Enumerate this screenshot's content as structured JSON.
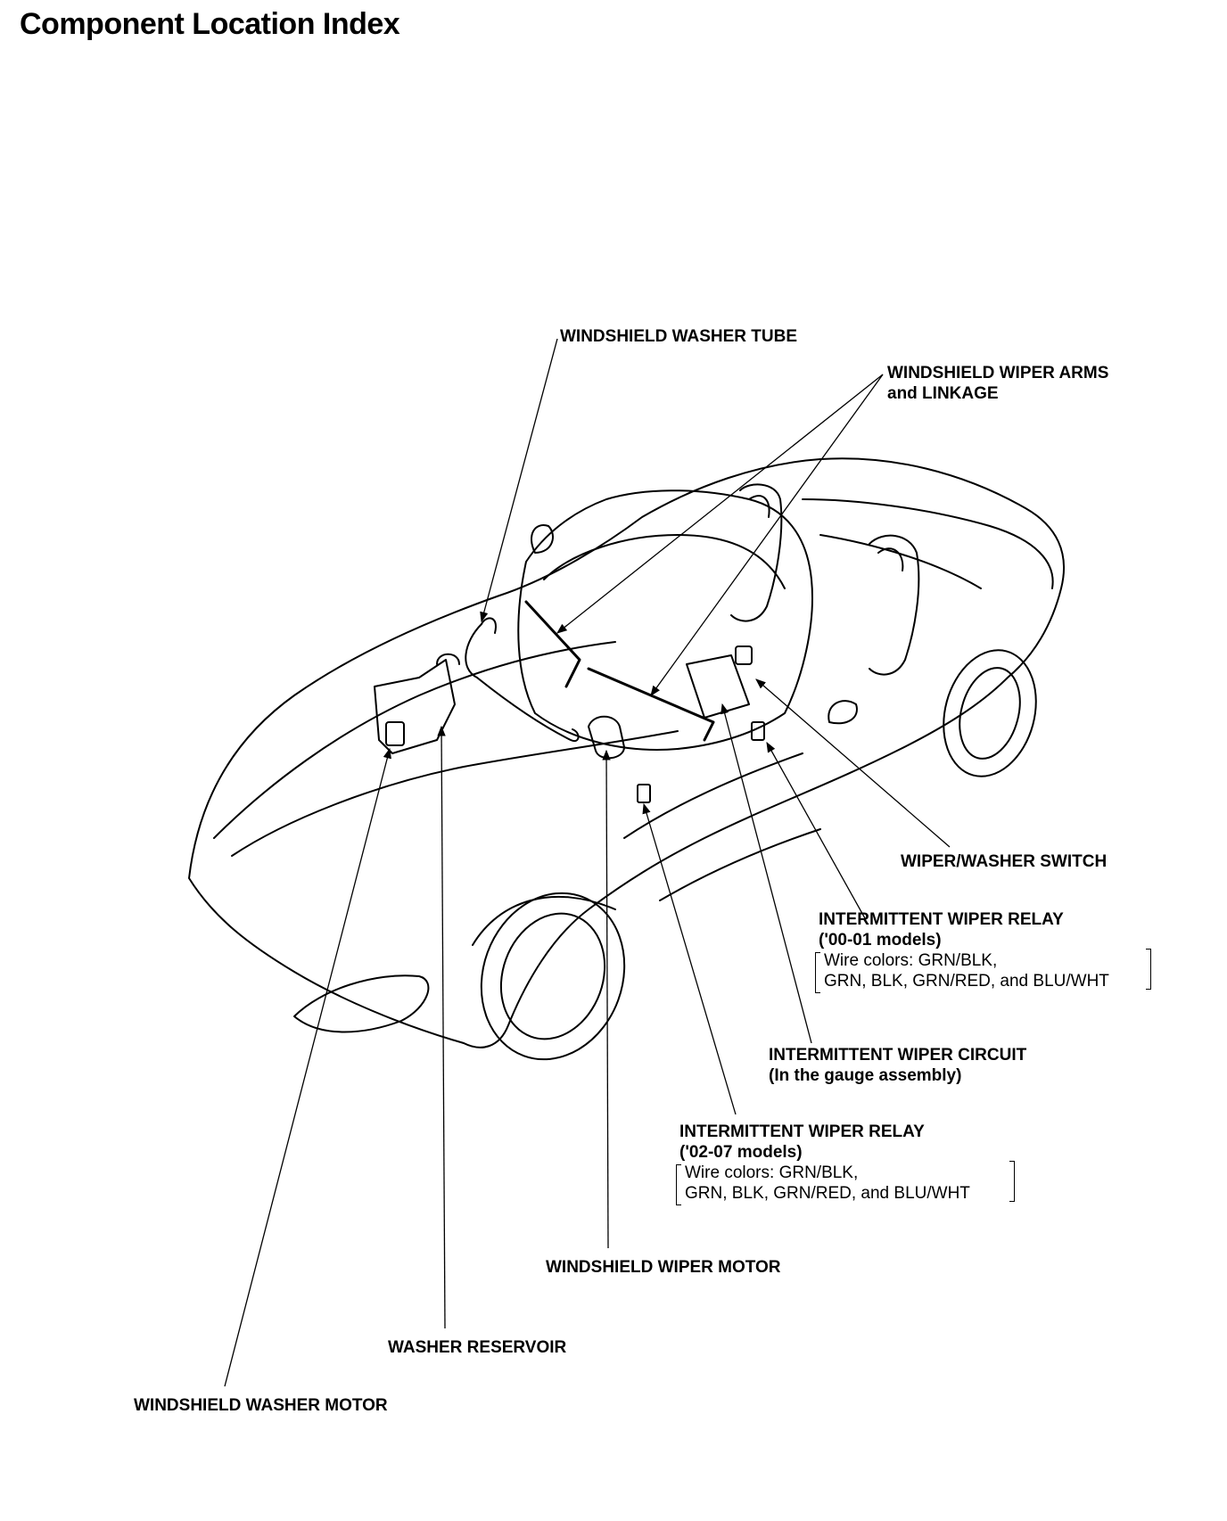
{
  "title": "Component Location Index",
  "labels": {
    "washer_tube": "WINDSHIELD WASHER TUBE",
    "wiper_arms_line1": "WINDSHIELD WIPER ARMS",
    "wiper_arms_line2": "and LINKAGE",
    "switch": "WIPER/WASHER SWITCH",
    "relay_early_title": "INTERMITTENT WIPER RELAY",
    "relay_early_models": "('00-01 models)",
    "relay_early_wire1": "Wire colors: GRN/BLK,",
    "relay_early_wire2": "GRN, BLK, GRN/RED, and BLU/WHT",
    "circuit_title": "INTERMITTENT WIPER CIRCUIT",
    "circuit_sub": "(In the gauge assembly)",
    "relay_late_title": "INTERMITTENT WIPER RELAY",
    "relay_late_models": "('02-07 models)",
    "relay_late_wire1": "Wire colors: GRN/BLK,",
    "relay_late_wire2": "GRN, BLK, GRN/RED, and BLU/WHT",
    "wiper_motor": "WINDSHIELD WIPER MOTOR",
    "reservoir": "WASHER RESERVOIR",
    "washer_motor": "WINDSHIELD WASHER MOTOR"
  }
}
